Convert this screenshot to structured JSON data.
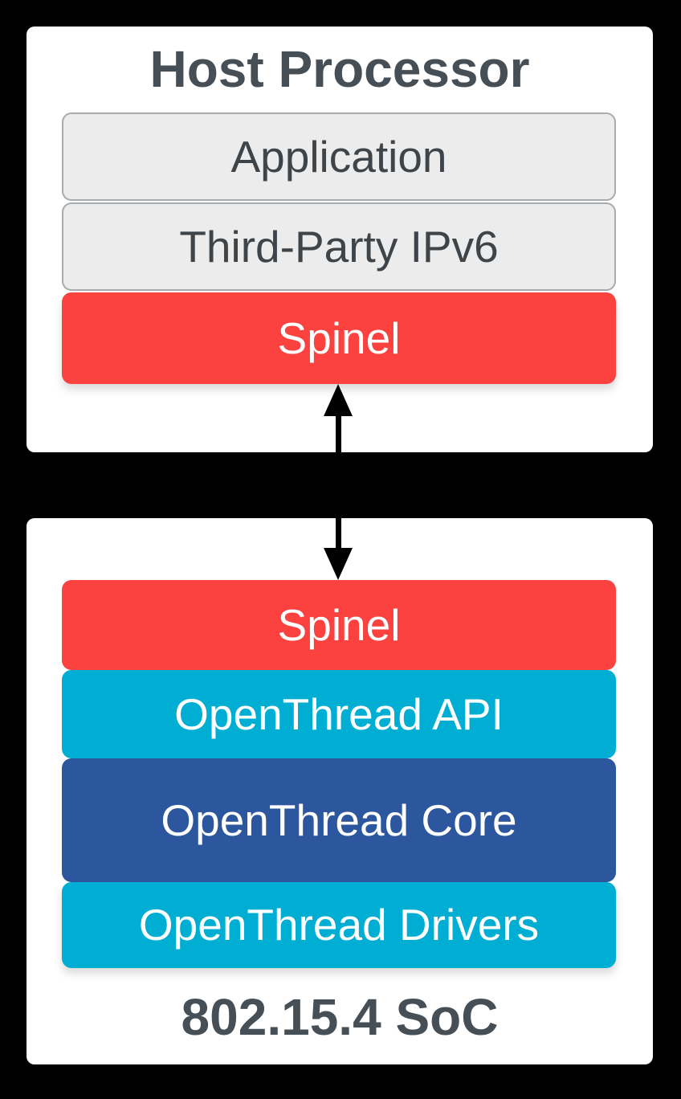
{
  "diagram": {
    "host": {
      "title": "Host Processor",
      "layers": [
        {
          "name": "application",
          "label": "Application",
          "type": "neutral"
        },
        {
          "name": "third-party-ipv6",
          "label": "Third-Party IPv6",
          "type": "neutral"
        },
        {
          "name": "spinel",
          "label": "Spinel",
          "type": "red"
        }
      ]
    },
    "link": {
      "name": "spinel-link-arrow",
      "direction": "bidirectional"
    },
    "soc": {
      "title": "802.15.4 SoC",
      "layers": [
        {
          "name": "spinel",
          "label": "Spinel",
          "type": "red"
        },
        {
          "name": "openthread-api",
          "label": "OpenThread API",
          "type": "cyan"
        },
        {
          "name": "openthread-core",
          "label": "OpenThread Core",
          "type": "blue"
        },
        {
          "name": "openthread-drivers",
          "label": "OpenThread Drivers",
          "type": "cyan"
        }
      ]
    },
    "colors": {
      "background": "#000000",
      "panel": "#FFFFFF",
      "title_text": "#474F56",
      "neutral_fill": "#ECECEC",
      "neutral_border": "#A7ABAE",
      "neutral_text": "#3F4448",
      "red": "#FB423E",
      "cyan": "#00AED4",
      "blue": "#2C569D",
      "label_text": "#FFFFFF",
      "arrow": "#000000"
    }
  }
}
